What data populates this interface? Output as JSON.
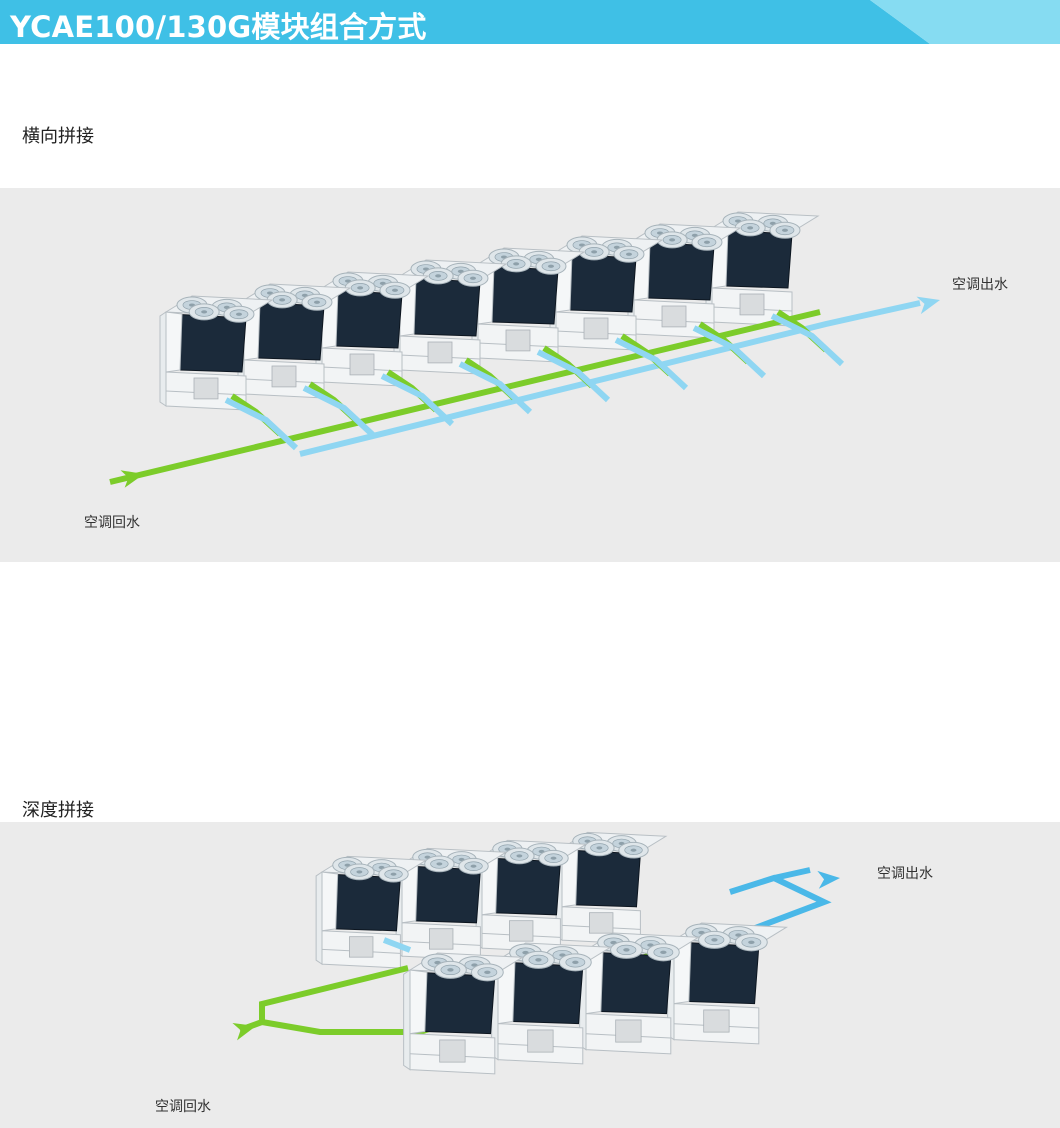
{
  "header": {
    "title": "YCAE100/130G模块组合方式",
    "colors": {
      "bar": "#3fc0e6",
      "bar_light": "#7fd9f0"
    }
  },
  "sections": [
    {
      "id": "horizontal",
      "label": "横向拼接",
      "return_label": "空调回水",
      "supply_label": "空调出水",
      "units": 8
    },
    {
      "id": "depth",
      "label": "深度拼接",
      "return_label": "空调回水",
      "supply_label": "空调出水",
      "units": 8
    }
  ],
  "colors": {
    "return_pipe": "#7ccc2a",
    "supply_pipe": "#8fd6f2",
    "supply_arrow": "#4ab8e8",
    "panel": "#ebebeb",
    "unit_coil": "#1b2a3a",
    "unit_frame": "#e4e8ea"
  }
}
